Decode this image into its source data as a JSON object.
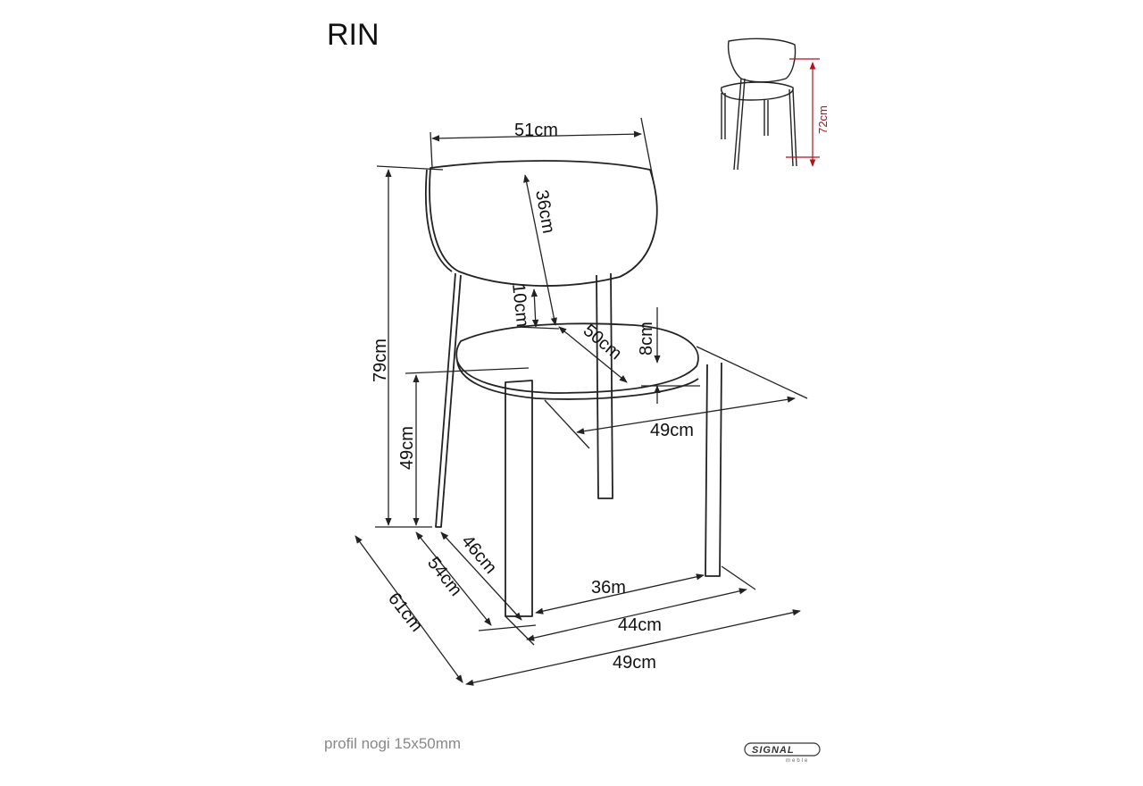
{
  "title": "RIN",
  "footnote": "profil nogi 15x50mm",
  "brand": {
    "name": "SIGNAL",
    "sub": "meble"
  },
  "dimensions": {
    "backrest_width": "51cm",
    "backrest_height": "36cm",
    "gap_back_seat": "10cm",
    "seat_depth": "50cm",
    "seat_thickness": "8cm",
    "seat_width": "49cm",
    "total_height": "79cm",
    "seat_height": "49cm",
    "depth_inner": "46cm",
    "depth_mid": "54cm",
    "depth_outer": "61cm",
    "width_inner": "36m",
    "width_mid": "44cm",
    "width_outer": "49cm",
    "thumbnail_height": "72cm"
  },
  "colors": {
    "line": "#222222",
    "accent": "#b3121b",
    "muted": "#888888"
  }
}
